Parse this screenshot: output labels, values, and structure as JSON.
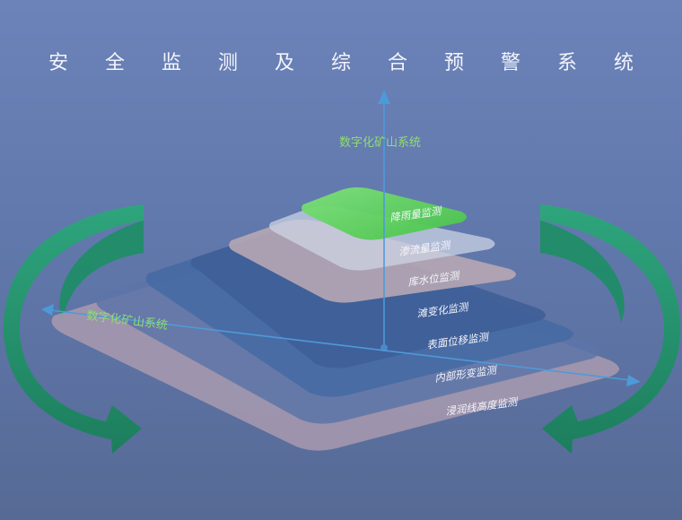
{
  "title": "安 全 监 测 及 综 合 预 警 系 统",
  "vertical_axis_label": "数字化矿山系统",
  "horizontal_axis_label": "数字化矿山系统",
  "layers": [
    {
      "label": "降雨量监测",
      "color": "#5fd15f"
    },
    {
      "label": "渗流量监测",
      "color": "#cfd6e6"
    },
    {
      "label": "库水位监测",
      "color": "#b7a7b4"
    },
    {
      "label": "滩变化监测",
      "color": "#3f5f98"
    },
    {
      "label": "表面位移监测",
      "color": "#466aa3"
    },
    {
      "label": "内部形变监测",
      "color": "#5c74a8"
    },
    {
      "label": "浸润线高度监测",
      "color": "#a99aaf"
    }
  ],
  "colors": {
    "accent_green": "#8fdc72",
    "arrow_green": "#1f9a6a",
    "axis_blue": "#4d9ad9"
  }
}
